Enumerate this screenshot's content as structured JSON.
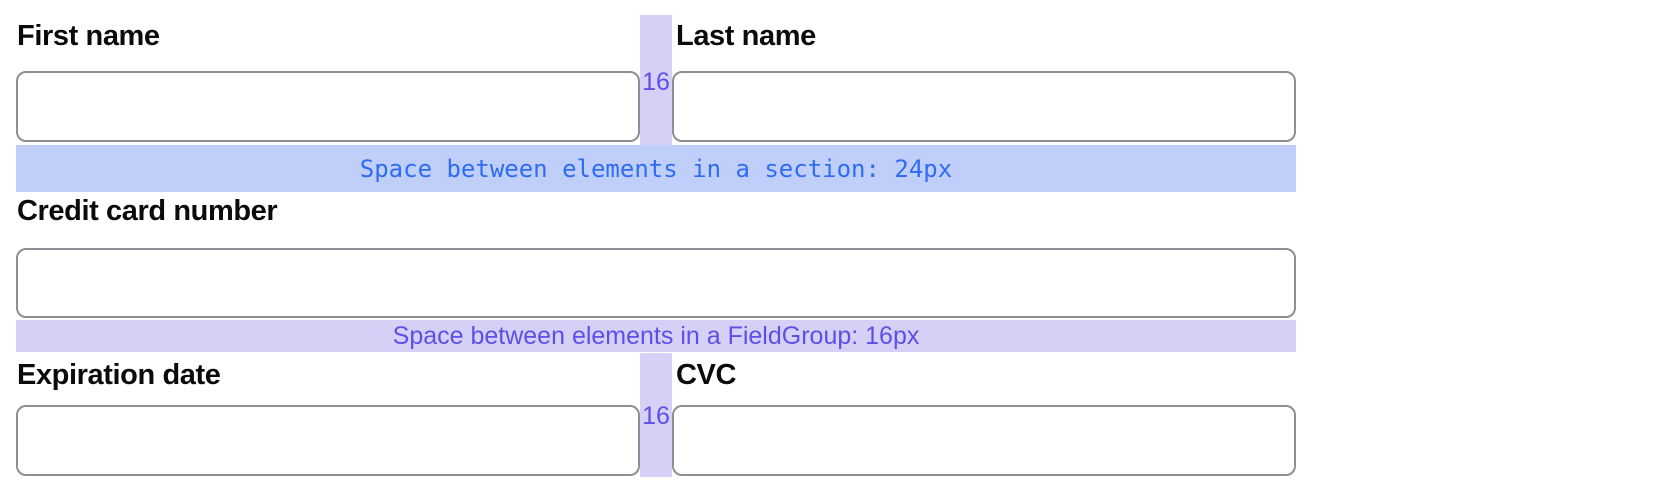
{
  "colors": {
    "section_band_bg": "#bfcff9",
    "section_band_text": "#2f6cf2",
    "fieldgroup_band_bg": "#d6d0f7",
    "fieldgroup_band_text": "#5c50e6",
    "gap_stripe_bg": "#d6d0f7",
    "gap_value_text": "#5c50e6",
    "input_border": "#8e8e97",
    "input_bg": "#ffffff",
    "label_text": "#0b0b0d",
    "page_bg": "#ffffff"
  },
  "annotations": {
    "section_band_label": "Space between elements in a section: 24px",
    "fieldgroup_band_label": "Space between elements in a FieldGroup: 16px",
    "top_gap_value": "16",
    "bottom_gap_value": "16"
  },
  "form": {
    "fields": {
      "first_name": {
        "label": "First name",
        "value": "",
        "placeholder": ""
      },
      "last_name": {
        "label": "Last name",
        "value": "",
        "placeholder": ""
      },
      "card_number": {
        "label": "Credit card number",
        "value": "",
        "placeholder": ""
      },
      "expiration": {
        "label": "Expiration date",
        "value": "",
        "placeholder": ""
      },
      "cvc": {
        "label": "CVC",
        "value": "",
        "placeholder": ""
      }
    }
  }
}
